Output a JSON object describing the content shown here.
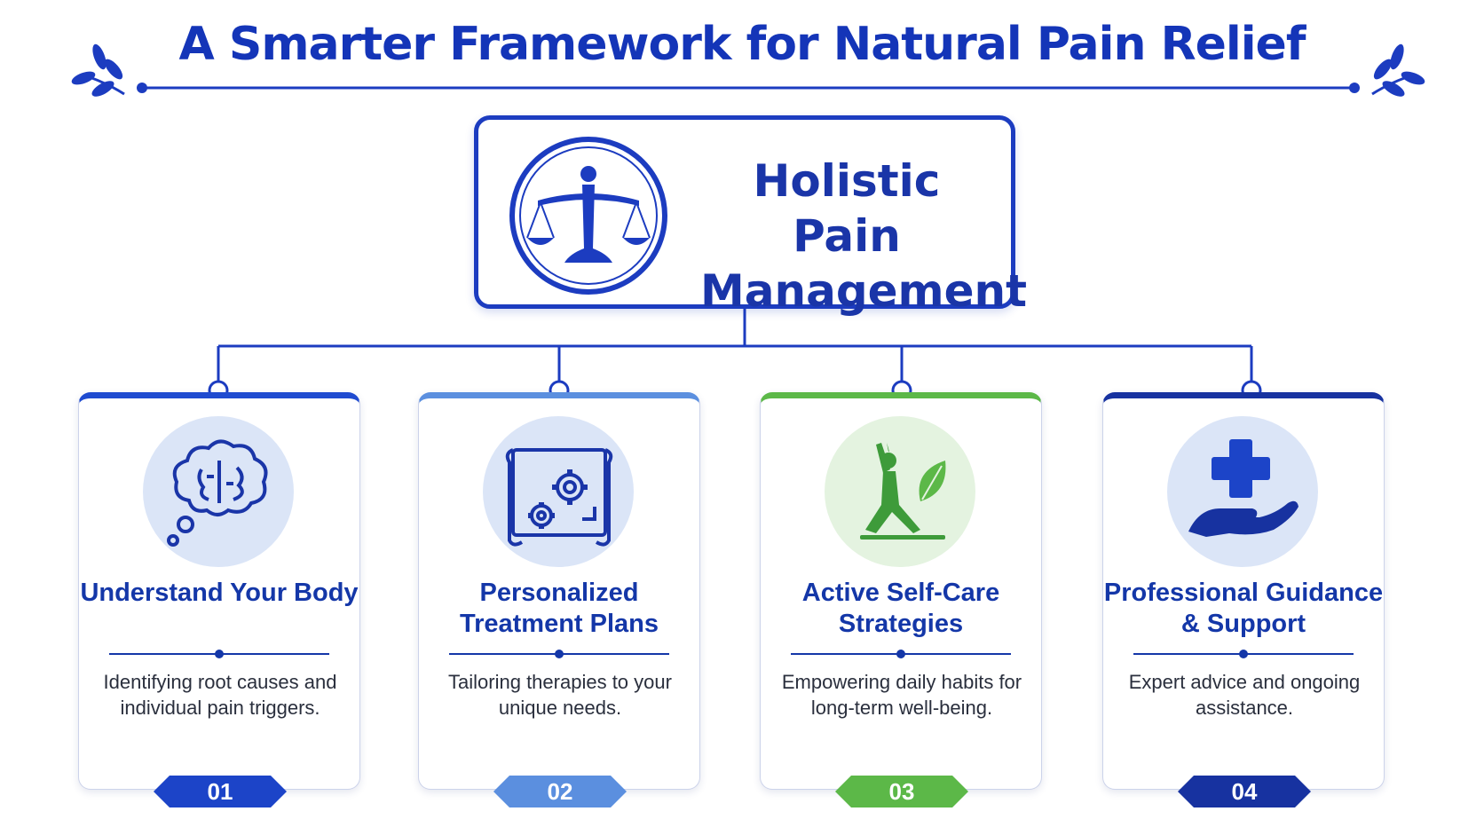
{
  "title": "A Smarter Framework for Natural Pain Relief",
  "central": {
    "title": "Holistic Pain Management",
    "icon": "balance-scale-icon"
  },
  "colors": {
    "primary": "#1435b8",
    "navy": "#1a35a8"
  },
  "cards": [
    {
      "title": "Understand Your Body",
      "description": "Identifying root causes and individual pain triggers.",
      "number": "01",
      "icon": "brain-thought-icon",
      "accent": "#1f4bd0",
      "circle": "#dbe5f7",
      "title_color": "#1437a8",
      "badge": "#1c44c8"
    },
    {
      "title": "Personalized Treatment Plans",
      "description": "Tailoring therapies to your unique needs.",
      "number": "02",
      "icon": "blueprint-gears-icon",
      "accent": "#5b8fdf",
      "circle": "#dbe5f7",
      "title_color": "#1437a8",
      "badge": "#5b8fdf"
    },
    {
      "title": "Active Self-Care Strategies",
      "description": "Empowering daily habits for long-term well-being.",
      "number": "03",
      "icon": "yoga-leaf-icon",
      "accent": "#5cb848",
      "circle": "#e4f3e0",
      "title_color": "#1437a8",
      "badge": "#5cb848"
    },
    {
      "title": "Professional Guidance & Support",
      "description": "Expert advice and ongoing assistance.",
      "number": "04",
      "icon": "medical-cross-hand-icon",
      "accent": "#1732a0",
      "circle": "#dbe5f7",
      "title_color": "#1437a8",
      "badge": "#1732a0"
    }
  ]
}
